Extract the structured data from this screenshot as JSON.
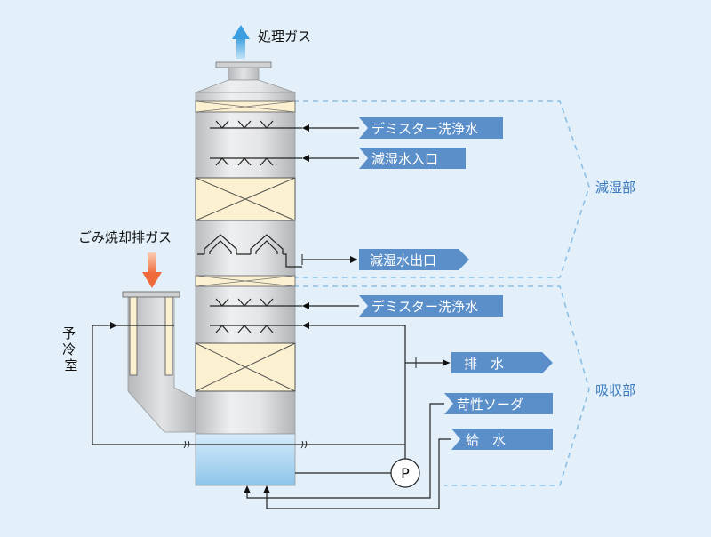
{
  "labels": {
    "treated_gas": "処理ガス",
    "incinerator_gas": "ごみ焼却排ガス",
    "precooling_chamber": "予冷室",
    "demister_wash_top": "デミスター洗浄水",
    "dehumid_water_in": "減湿水入口",
    "dehumid_water_out": "減湿水出口",
    "demister_wash_bottom": "デミスター洗浄水",
    "drain": "排　水",
    "caustic_soda": "苛性ソーダ",
    "feed_water": "給　水",
    "pump": "P",
    "dehumid_section": "減湿部",
    "absorption_section": "吸収部"
  },
  "colors": {
    "background": "#e3f0fa",
    "label_box": "#5b8fc9",
    "label_text": "#ffffff",
    "section_text": "#3a7bbf",
    "dashed": "#8cbfe6",
    "packing": "#fbf0cf",
    "tower_gray": "#d9dadc",
    "water": "#a9d3ef",
    "up_arrow": "#4aa3de",
    "down_arrow": "#f07a4d"
  }
}
